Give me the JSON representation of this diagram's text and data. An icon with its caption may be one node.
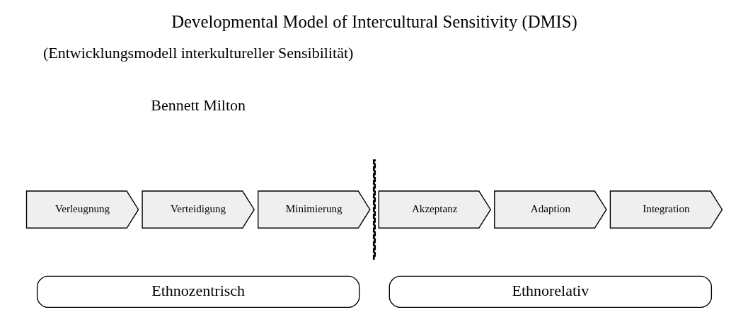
{
  "diagram": {
    "title": "Developmental Model of Intercultural Sensitivity (DMIS)",
    "nodes": [
      {
        "text": [
          "Verleugnung"
        ]
      },
      {
        "text": [
          "Verteidigung"
        ]
      },
      {
        "text": [
          "Minimierung"
        ]
      },
      {
        "text": [
          "Akzeptanz"
        ]
      },
      {
        "text": [
          "Adaption"
        ]
      },
      {
        "text": [
          "Integration"
        ]
      },
      {
        "text": [
          "Ethnozentrisch"
        ]
      },
      {
        "text": [
          "Ethnorelativ"
        ]
      }
    ],
    "edges": [],
    "labels": [
      "(Entwicklungsmodell interkultureller Sensibilität)",
      "Bennett Milton"
    ]
  }
}
